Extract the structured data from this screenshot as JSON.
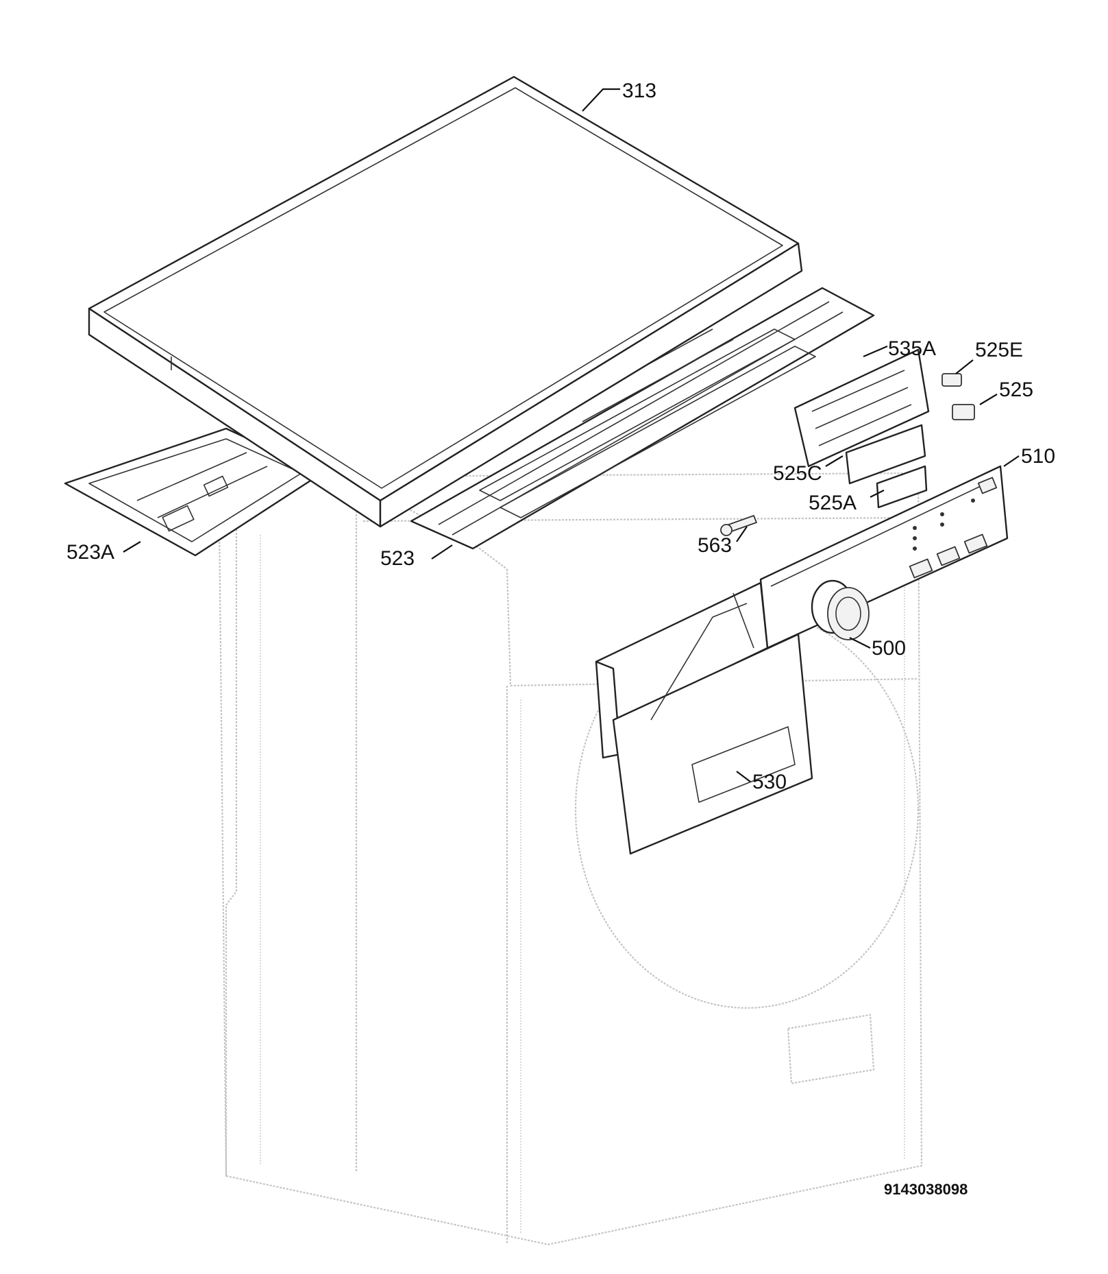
{
  "diagram": {
    "document_number": "9143038098",
    "callouts": [
      {
        "id": "313",
        "label": "313"
      },
      {
        "id": "535A",
        "label": "535A"
      },
      {
        "id": "525E",
        "label": "525E"
      },
      {
        "id": "525",
        "label": "525"
      },
      {
        "id": "510",
        "label": "510"
      },
      {
        "id": "525C",
        "label": "525C"
      },
      {
        "id": "525A",
        "label": "525A"
      },
      {
        "id": "563",
        "label": "563"
      },
      {
        "id": "523",
        "label": "523"
      },
      {
        "id": "523A",
        "label": "523A"
      },
      {
        "id": "500",
        "label": "500"
      },
      {
        "id": "530",
        "label": "530"
      }
    ]
  }
}
